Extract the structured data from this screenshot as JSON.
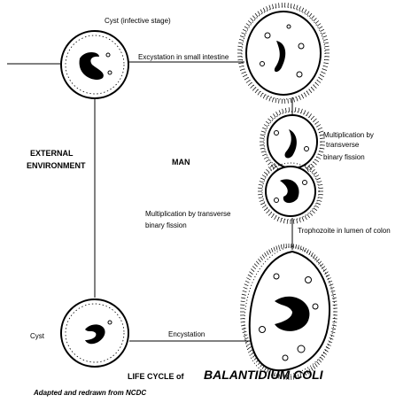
{
  "labels": {
    "cyst_infective": "Cyst (infective stage)",
    "excystation_small_intestine": "Excystation in small intestine",
    "multiplication_right": [
      "Multiplication by",
      "transverse",
      "binary  fission"
    ],
    "external_environment": [
      "EXTERNAL",
      "ENVIRONMENT"
    ],
    "man": "MAN",
    "multiplication_center": [
      "Multiplication by transverse",
      "binary   fission"
    ],
    "trophozoite_lumen": "Trophozoite in lumen of colon",
    "cyst_bottom": "Cyst",
    "encystation": "Encystation"
  },
  "title": {
    "prefix": "LIFE CYCLE of",
    "organism": "BALANTIDIUM COLI"
  },
  "credit": "Adapted and redrawn from NCDC"
}
